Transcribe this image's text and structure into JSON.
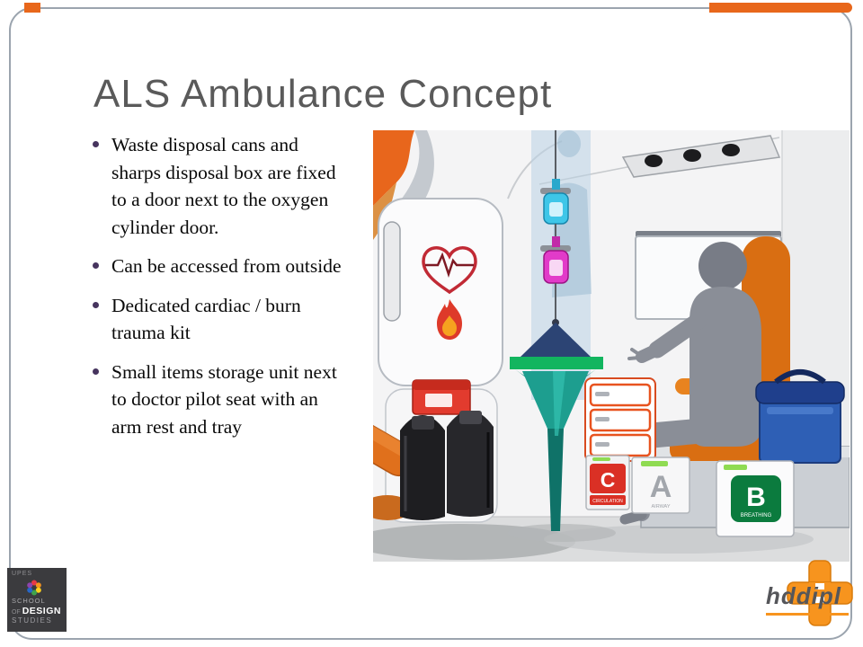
{
  "slide": {
    "title": "ALS Ambulance Concept",
    "bullets": [
      "Waste disposal cans and sharps disposal box are fixed to a door next to the oxygen cylinder door.",
      "Can be accessed from outside",
      "Dedicated cardiac / burn trauma kit",
      "Small items storage unit next to doctor pilot seat with an arm rest and tray"
    ]
  },
  "illustration": {
    "kit_boxes": {
      "circulation_letter": "C",
      "circulation_label": "CIRCULATION",
      "airway_letter": "A",
      "airway_label": "AIRWAY",
      "breathing_letter": "B",
      "breathing_label": "BREATHING"
    }
  },
  "footer": {
    "upes": {
      "brand": "UPES",
      "school": "SCHOOL",
      "of": "OF",
      "design": "DESIGN",
      "studies": "STUDIES"
    },
    "hddipl": {
      "wordmark": "hddipl"
    }
  },
  "colors": {
    "accent_orange": "#E8671B",
    "border_gray": "#9BA4AE",
    "title_gray": "#5A5A5A",
    "bullet_dot": "#46345E",
    "seat_orange": "#D96E12",
    "kit_red": "#DA3025",
    "kit_green": "#0B7B3E",
    "cooler_blue": "#2E5FB5"
  }
}
